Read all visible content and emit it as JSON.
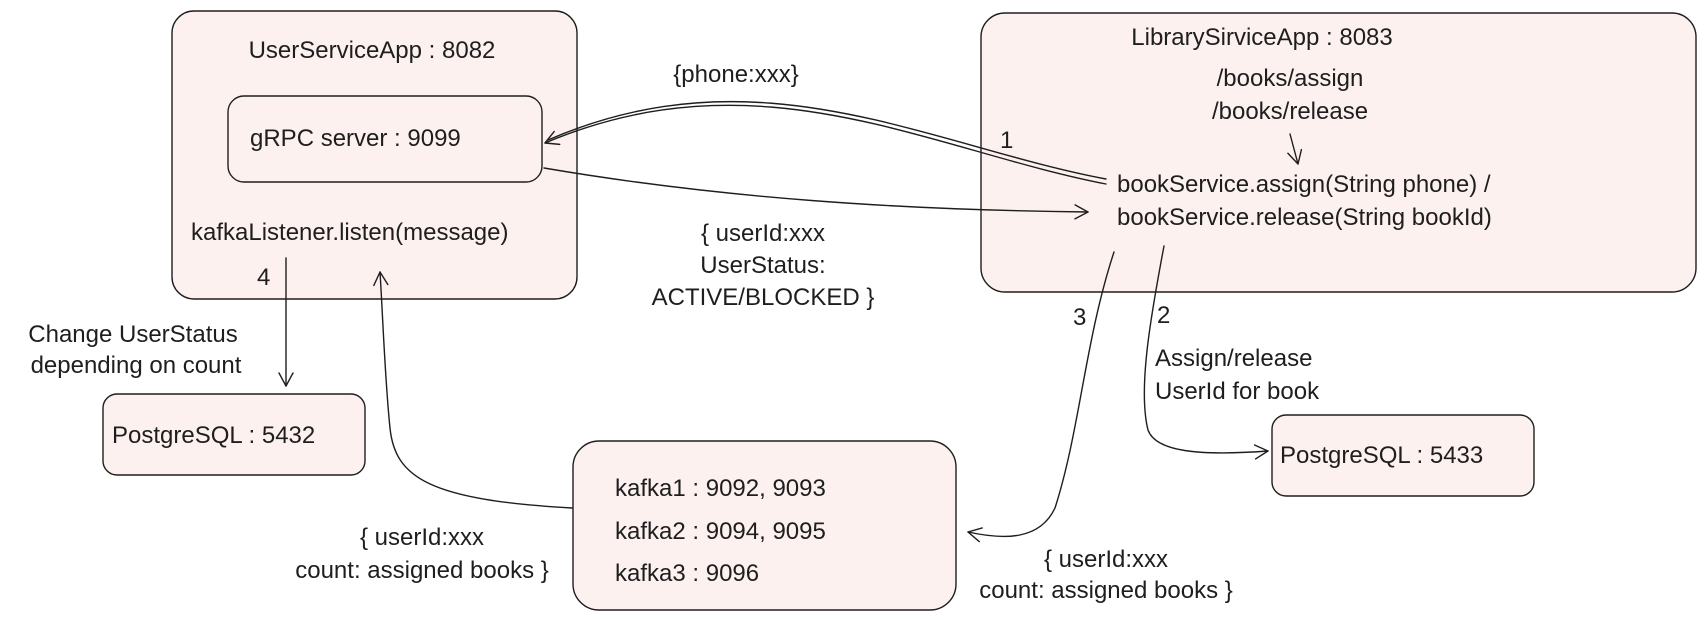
{
  "nodes": {
    "user_service": {
      "title": "UserServiceApp : 8082",
      "listener": "kafkaListener.listen(message)"
    },
    "grpc_server": {
      "label": "gRPC server : 9099"
    },
    "library_service": {
      "title": "LibrarySirviceApp : 8083",
      "endpoint_assign": "/books/assign",
      "endpoint_release": "/books/release",
      "method_assign": "bookService.assign(String phone) /",
      "method_release": "bookService.release(String bookId)"
    },
    "postgres_user": {
      "label": "PostgreSQL : 5432"
    },
    "postgres_library": {
      "label": "PostgreSQL : 5433"
    },
    "kafka": {
      "broker1": "kafka1 : 9092, 9093",
      "broker2": "kafka2 : 9094, 9095",
      "broker3": "kafka3 : 9096"
    }
  },
  "edges": {
    "e1": {
      "step": "1",
      "payload": "{phone:xxx}"
    },
    "grpc_response": {
      "line1": "{ userId:xxx",
      "line2": "UserStatus:",
      "line3": "ACTIVE/BLOCKED }"
    },
    "e2": {
      "step": "2",
      "line1": "Assign/release",
      "line2": "UserId for book"
    },
    "e3": {
      "step": "3",
      "line1": "{ userId:xxx",
      "line2": "count: assigned books }"
    },
    "e4": {
      "step": "4",
      "line1": "Change UserStatus",
      "line2": "depending on count"
    },
    "kafka_to_listener": {
      "line1": "{ userId:xxx",
      "line2": "count: assigned books }"
    }
  }
}
